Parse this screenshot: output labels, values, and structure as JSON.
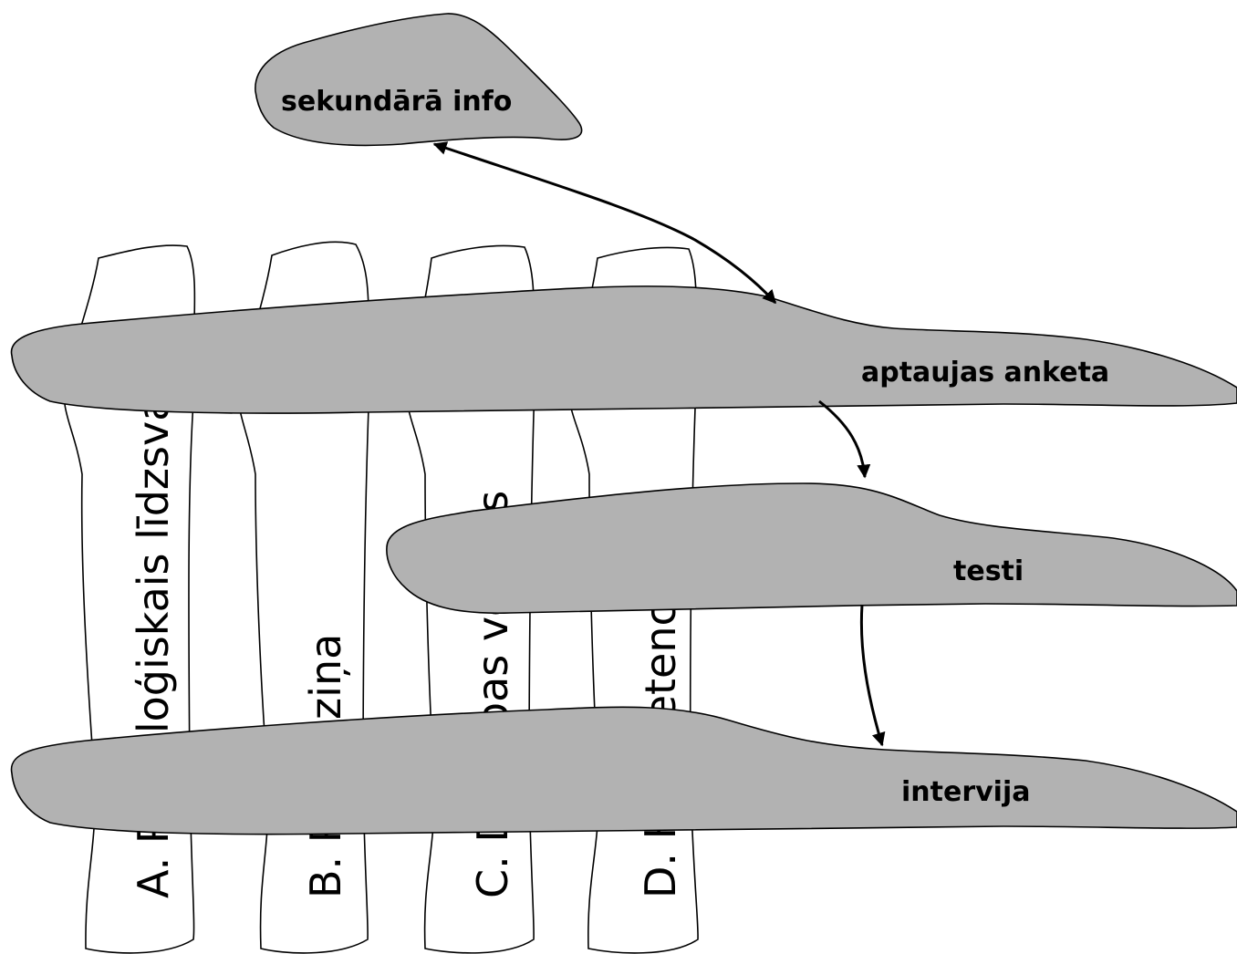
{
  "diagram": {
    "bands": [
      {
        "id": "a",
        "label": "A. Psiholoģiskais līdzsvars"
      },
      {
        "id": "b",
        "label": "B. Pašapziņa"
      },
      {
        "id": "c",
        "label": "C. Darbības vēlmes"
      },
      {
        "id": "d",
        "label": "D. Kompetences"
      }
    ],
    "methods": {
      "secondary": "sekundārā info",
      "survey": "aptaujas anketa",
      "tests": "testi",
      "interview": "intervija"
    }
  }
}
